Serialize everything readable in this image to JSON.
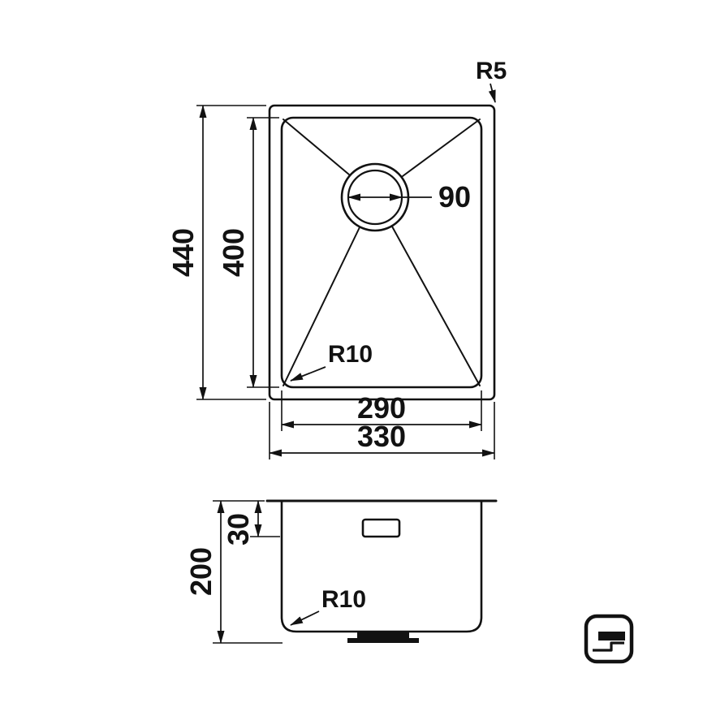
{
  "colors": {
    "line": "#121212",
    "background": "#ffffff"
  },
  "top_view": {
    "outer_width": "330",
    "inner_width": "290",
    "outer_height": "440",
    "inner_height": "400",
    "drain_diameter": "90",
    "outer_corner_radius": "R5",
    "inner_corner_radius": "R10"
  },
  "side_view": {
    "depth": "200",
    "overflow_offset": "30",
    "bottom_corner_radius": "R10"
  }
}
